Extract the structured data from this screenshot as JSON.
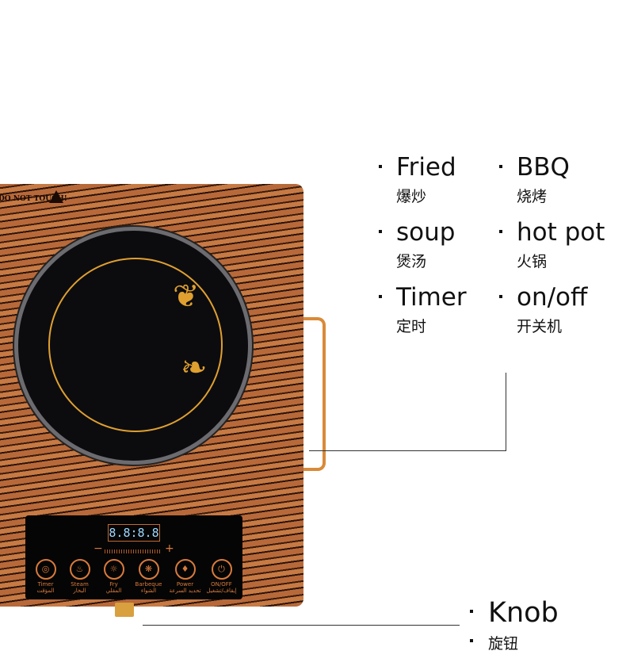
{
  "product": {
    "warning": "DO NOT TOUCH!",
    "display": "8.8:8.8",
    "minus": "−",
    "plus": "+",
    "buttons": [
      {
        "en": "Timer",
        "ar": "المؤقت",
        "icon": "timer-icon",
        "glyph": "◎"
      },
      {
        "en": "Steam",
        "ar": "البخار",
        "icon": "steam-icon",
        "glyph": "♨"
      },
      {
        "en": "Fry",
        "ar": "المقلي",
        "icon": "fry-icon",
        "glyph": "☼"
      },
      {
        "en": "Barbeque",
        "ar": "الشواء",
        "icon": "barbeque-icon",
        "glyph": "❋"
      },
      {
        "en": "Power",
        "ar": "تحديد السرعة",
        "icon": "power-flame-icon",
        "glyph": "♦"
      },
      {
        "en": "ON/OFF",
        "ar": "إيقاف/تشغيل",
        "icon": "power-icon",
        "glyph": "⏻"
      }
    ]
  },
  "features": [
    {
      "en": "Fried",
      "zh": "爆炒"
    },
    {
      "en": "BBQ",
      "zh": "烧烤"
    },
    {
      "en": "soup",
      "zh": "煲汤"
    },
    {
      "en": "hot pot",
      "zh": "火锅"
    },
    {
      "en": "Timer",
      "zh": "定时"
    },
    {
      "en": "on/off",
      "zh": "开关机"
    }
  ],
  "knob": {
    "en": "Knob",
    "zh": "旋钮"
  },
  "colors": {
    "wood": "#b8693a",
    "accent": "#d97a3c",
    "gold": "#e0a030"
  }
}
